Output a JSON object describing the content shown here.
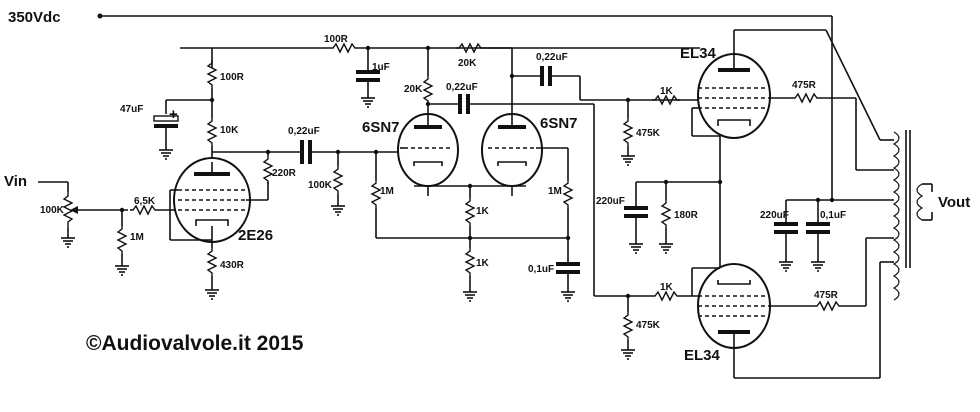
{
  "supply": "350Vdc",
  "input_label": "Vin",
  "output_label": "Vout",
  "copyright": "©Audiovalvole.it 2015",
  "tubes": {
    "driver": "2E26",
    "phase_left": "6SN7",
    "phase_right": "6SN7",
    "power_top": "EL34",
    "power_bottom": "EL34"
  },
  "components": {
    "r_supply_filter": "100R",
    "r_filter2": "100R",
    "c_filter_driver": "47uF",
    "r_plate_driver": "10K",
    "r_screen_driver": "220R",
    "c_couple1": "0,22uF",
    "r_grid_pi": "100K",
    "c_filter_pi": "1uF",
    "r_pi_plate1": "20K",
    "r_pi_plate2": "20K",
    "c_couple_left": "0,22uF",
    "c_couple_right": "0,22uF",
    "r_grid_left": "1M",
    "r_grid_right": "1M",
    "r_tail1": "1K",
    "r_tail2": "1K",
    "c_bypass_grid": "0,1uF",
    "pot_input": "100K",
    "r_grid_stopper_driver": "6,5K",
    "r_grid_leak_driver": "1M",
    "r_cathode_driver": "430R",
    "r_grid_stop_top": "1K",
    "r_grid_stop_bottom": "1K",
    "r_grid_leak_top": "475K",
    "r_grid_leak_bottom": "475K",
    "c_cathode_power": "220uF",
    "r_cathode_power": "180R",
    "r_screen_top": "475R",
    "r_screen_bottom": "475R",
    "c_out_filter1": "220uF",
    "c_out_filter2": "0,1uF"
  }
}
